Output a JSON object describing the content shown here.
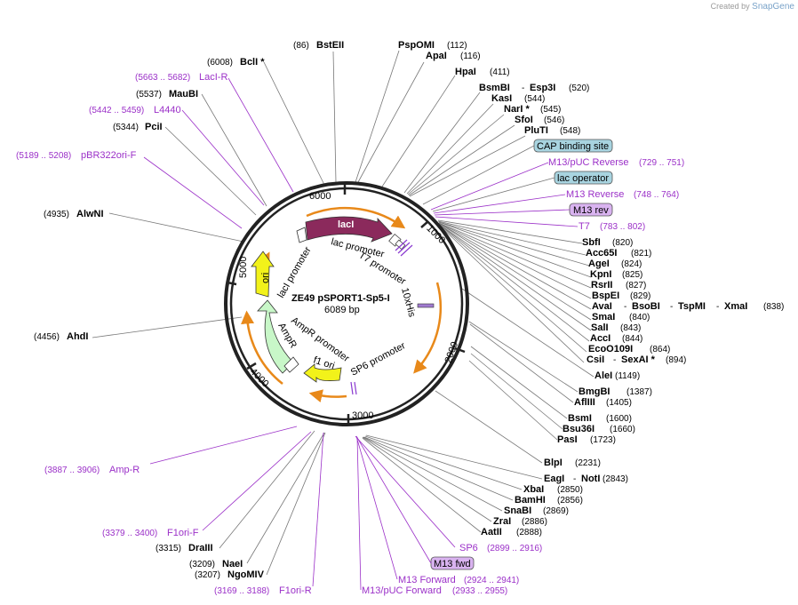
{
  "credit": {
    "prefix": "Created by",
    "brand": "SnapGene"
  },
  "plasmid": {
    "name": "ZE49 pSPORT1-Sp5-I",
    "size": "6089 bp"
  },
  "ticks": [
    {
      "label": "6000"
    },
    {
      "label": "1000"
    },
    {
      "label": "2000"
    },
    {
      "label": "3000"
    },
    {
      "label": "4000"
    },
    {
      "label": "5000"
    }
  ],
  "ring_features": [
    {
      "name": "lacI",
      "color": "#8b2a5c"
    },
    {
      "name": "ori",
      "color": "#f2f21a"
    },
    {
      "name": "AmpR",
      "color": "#c8f7c8"
    },
    {
      "name": "f1 ori",
      "color": "#f2f21a"
    },
    {
      "name": "10xHis",
      "color": "#a07ad0"
    }
  ],
  "feature_labels": [
    "lac promoter",
    "T7 promoter",
    "lacI promoter",
    "10xHis",
    "AmpR promoter",
    "AmpR",
    "f1 ori",
    "SP6 promoter",
    "ori",
    "lacI"
  ],
  "sites": [
    {
      "pos": "(86)",
      "name": "BstEII"
    },
    {
      "pos": "(6008)",
      "name": "BclI *"
    },
    {
      "name": "PspOMI",
      "pos": "(112)"
    },
    {
      "name": "ApaI",
      "pos": "(116)"
    },
    {
      "name": "HpaI",
      "pos": "(411)"
    },
    {
      "name": "BsmBI",
      "sep": "-",
      "name2": "Esp3I",
      "pos": "(520)"
    },
    {
      "name": "KasI",
      "pos": "(544)"
    },
    {
      "name": "NarI *",
      "pos": "(545)"
    },
    {
      "name": "SfoI",
      "pos": "(546)"
    },
    {
      "name": "PluTI",
      "pos": "(548)"
    },
    {
      "name": "SbfI",
      "pos": "(820)"
    },
    {
      "name": "Acc65I",
      "pos": "(821)"
    },
    {
      "name": "AgeI",
      "pos": "(824)"
    },
    {
      "name": "KpnI",
      "pos": "(825)"
    },
    {
      "name": "RsrII",
      "pos": "(827)"
    },
    {
      "name": "BspEI",
      "pos": "(829)"
    },
    {
      "name": "AvaI",
      "sep": "-",
      "name2": "BsoBI",
      "sep2": "-",
      "name3": "TspMI",
      "sep3": "-",
      "name4": "XmaI",
      "pos": "(838)"
    },
    {
      "name": "SmaI",
      "pos": "(840)"
    },
    {
      "name": "SalI",
      "pos": "(843)"
    },
    {
      "name": "AccI",
      "pos": "(844)"
    },
    {
      "name": "EcoO109I",
      "pos": "(864)"
    },
    {
      "name": "CsiI",
      "sep": "-",
      "name2": "SexAI *",
      "pos": "(894)"
    },
    {
      "name": "AleI",
      "pos": "(1149)"
    },
    {
      "name": "BmgBI",
      "pos": "(1387)"
    },
    {
      "name": "AflIII",
      "pos": "(1405)"
    },
    {
      "name": "BsmI",
      "pos": "(1600)"
    },
    {
      "name": "Bsu36I",
      "pos": "(1660)"
    },
    {
      "name": "PasI",
      "pos": "(1723)"
    },
    {
      "name": "BlpI",
      "pos": "(2231)"
    },
    {
      "name": "EagI",
      "sep": "-",
      "name2": "NotI",
      "pos": "(2843)"
    },
    {
      "name": "XbaI",
      "pos": "(2850)"
    },
    {
      "name": "BamHI",
      "pos": "(2856)"
    },
    {
      "name": "SnaBI",
      "pos": "(2869)"
    },
    {
      "name": "ZraI",
      "pos": "(2886)"
    },
    {
      "name": "AatII",
      "pos": "(2888)"
    },
    {
      "pos": "(3315)",
      "name": "DraIII"
    },
    {
      "pos": "(3209)",
      "name": "NaeI"
    },
    {
      "pos": "(3207)",
      "name": "NgoMIV"
    },
    {
      "pos": "(4456)",
      "name": "AhdI"
    },
    {
      "pos": "(4935)",
      "name": "AlwNI"
    },
    {
      "pos": "(5344)",
      "name": "PciI"
    },
    {
      "pos": "(5537)",
      "name": "MauBI"
    }
  ],
  "primers": [
    {
      "range": "(5663 .. 5682)",
      "name": "LacI-R"
    },
    {
      "range": "(5442 .. 5459)",
      "name": "L4440"
    },
    {
      "range": "(5189 .. 5208)",
      "name": "pBR322ori-F"
    },
    {
      "name": "M13/pUC Reverse",
      "range": "(729 .. 751)"
    },
    {
      "name": "M13 Reverse",
      "range": "(748 .. 764)"
    },
    {
      "name": "T7",
      "range": "(783 .. 802)"
    },
    {
      "name": "SP6",
      "range": "(2899 .. 2916)"
    },
    {
      "name": "M13 Forward",
      "range": "(2924 .. 2941)"
    },
    {
      "name": "M13/pUC Forward",
      "range": "(2933 .. 2955)"
    },
    {
      "range": "(3169 .. 3188)",
      "name": "F1ori-R"
    },
    {
      "range": "(3379 .. 3400)",
      "name": "F1ori-F"
    },
    {
      "range": "(3887 .. 3906)",
      "name": "Amp-R"
    }
  ],
  "boxes": [
    {
      "name": "CAP binding site",
      "color": "#a8d4e0"
    },
    {
      "name": "lac operator",
      "color": "#a8d4e0"
    },
    {
      "name": "M13 rev",
      "color": "#d9b3f0"
    },
    {
      "name": "M13 fwd",
      "color": "#d9b3f0"
    }
  ]
}
